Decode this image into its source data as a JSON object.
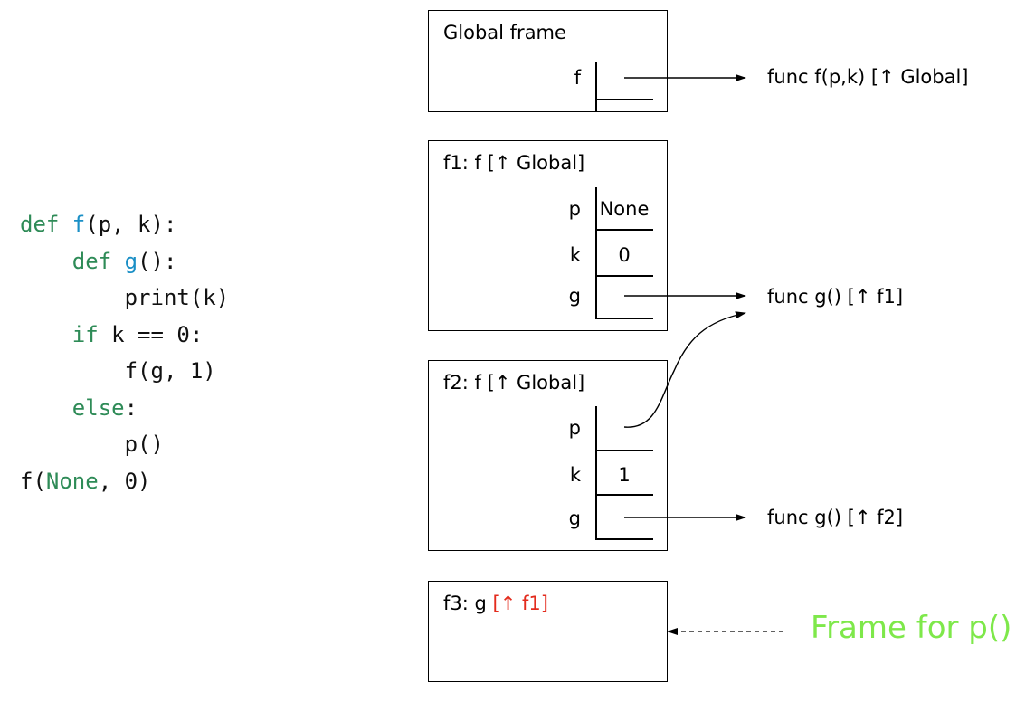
{
  "code": {
    "lines": [
      [
        {
          "t": "def ",
          "c": "kw"
        },
        {
          "t": "f",
          "c": "fn"
        },
        {
          "t": "(p, k):",
          "c": ""
        }
      ],
      [
        {
          "t": "    def ",
          "c": "kw"
        },
        {
          "t": "g",
          "c": "fn"
        },
        {
          "t": "():",
          "c": ""
        }
      ],
      [
        {
          "t": "        print(k)",
          "c": ""
        }
      ],
      [
        {
          "t": "    if ",
          "c": "kw"
        },
        {
          "t": "k == 0:",
          "c": ""
        }
      ],
      [
        {
          "t": "        f(g, 1)",
          "c": ""
        }
      ],
      [
        {
          "t": "    else",
          "c": "kw"
        },
        {
          "t": ":",
          "c": ""
        }
      ],
      [
        {
          "t": "        p()",
          "c": ""
        }
      ],
      [
        {
          "t": "f(",
          "c": ""
        },
        {
          "t": "None",
          "c": "kw"
        },
        {
          "t": ", 0)",
          "c": ""
        }
      ]
    ]
  },
  "frames": {
    "global": {
      "title": "Global frame",
      "vars": [
        {
          "name": "f",
          "value": ""
        }
      ]
    },
    "f1": {
      "title_main": "f1: f ",
      "title_parent": "[↑ Global]",
      "vars": [
        {
          "name": "p",
          "value": "None"
        },
        {
          "name": "k",
          "value": "0"
        },
        {
          "name": "g",
          "value": ""
        }
      ]
    },
    "f2": {
      "title_main": "f2: f ",
      "title_parent": "[↑ Global]",
      "vars": [
        {
          "name": "p",
          "value": ""
        },
        {
          "name": "k",
          "value": "1"
        },
        {
          "name": "g",
          "value": ""
        }
      ]
    },
    "f3": {
      "title_main": "f3: g ",
      "title_parent": "[↑ f1]"
    }
  },
  "objects": {
    "func_f": "func f(p,k) [↑ Global]",
    "func_g_f1": "func g() [↑ f1]",
    "func_g_f2": "func g() [↑ f2]"
  },
  "annotation": "Frame for p()",
  "colors": {
    "keyword": "#2e8b57",
    "function_name": "#1a8fc6",
    "highlight_parent": "#e32b1d",
    "annotation": "#7ee84a"
  }
}
